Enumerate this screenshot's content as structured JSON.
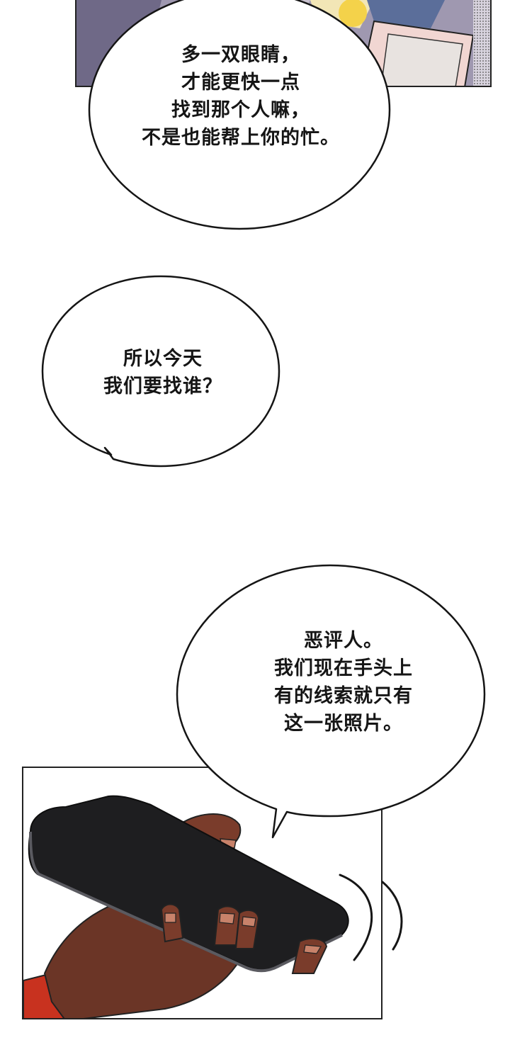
{
  "bubbles": [
    {
      "id": "bubble-1",
      "lines": [
        "多一双眼睛，",
        "才能更快一点",
        "找到那个人嘛，",
        "不是也能帮上你的忙。"
      ]
    },
    {
      "id": "bubble-2",
      "lines": [
        "所以今天",
        "我们要找谁？"
      ]
    },
    {
      "id": "bubble-3",
      "lines": [
        "恶评人。",
        "我们现在手头上",
        "有的线索就只有",
        "这一张照片。"
      ]
    }
  ],
  "colors": {
    "ink": "#151515",
    "skin": "#6b3526",
    "skin_highlight": "#c8826a",
    "phone": "#1e1e20",
    "sleeve": "#c8321f"
  }
}
